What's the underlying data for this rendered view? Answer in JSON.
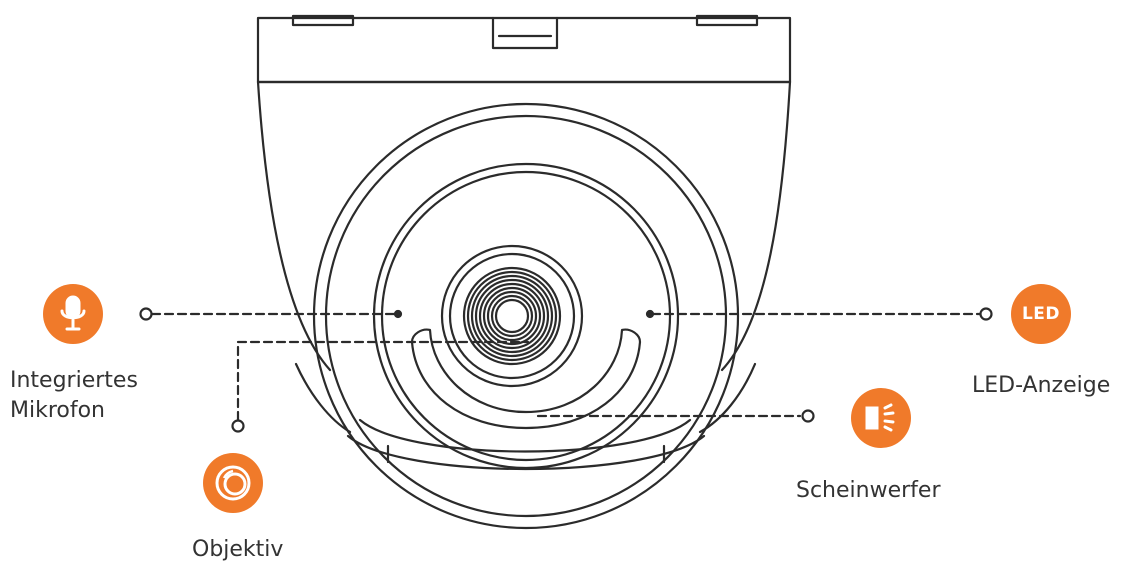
{
  "colors": {
    "accent": "#f07a2a",
    "line": "#2b2b2b",
    "label": "#333333"
  },
  "callouts": [
    {
      "id": "microphone",
      "icon": "microphone-icon",
      "label_line1": "Integriertes",
      "label_line2": "Mikrofon"
    },
    {
      "id": "lens",
      "icon": "lens-icon",
      "label": "Objektiv"
    },
    {
      "id": "spotlight",
      "icon": "spotlight-icon",
      "label": "Scheinwerfer"
    },
    {
      "id": "led",
      "icon": "led-icon",
      "icon_text": "LED",
      "label": "LED-Anzeige"
    }
  ]
}
